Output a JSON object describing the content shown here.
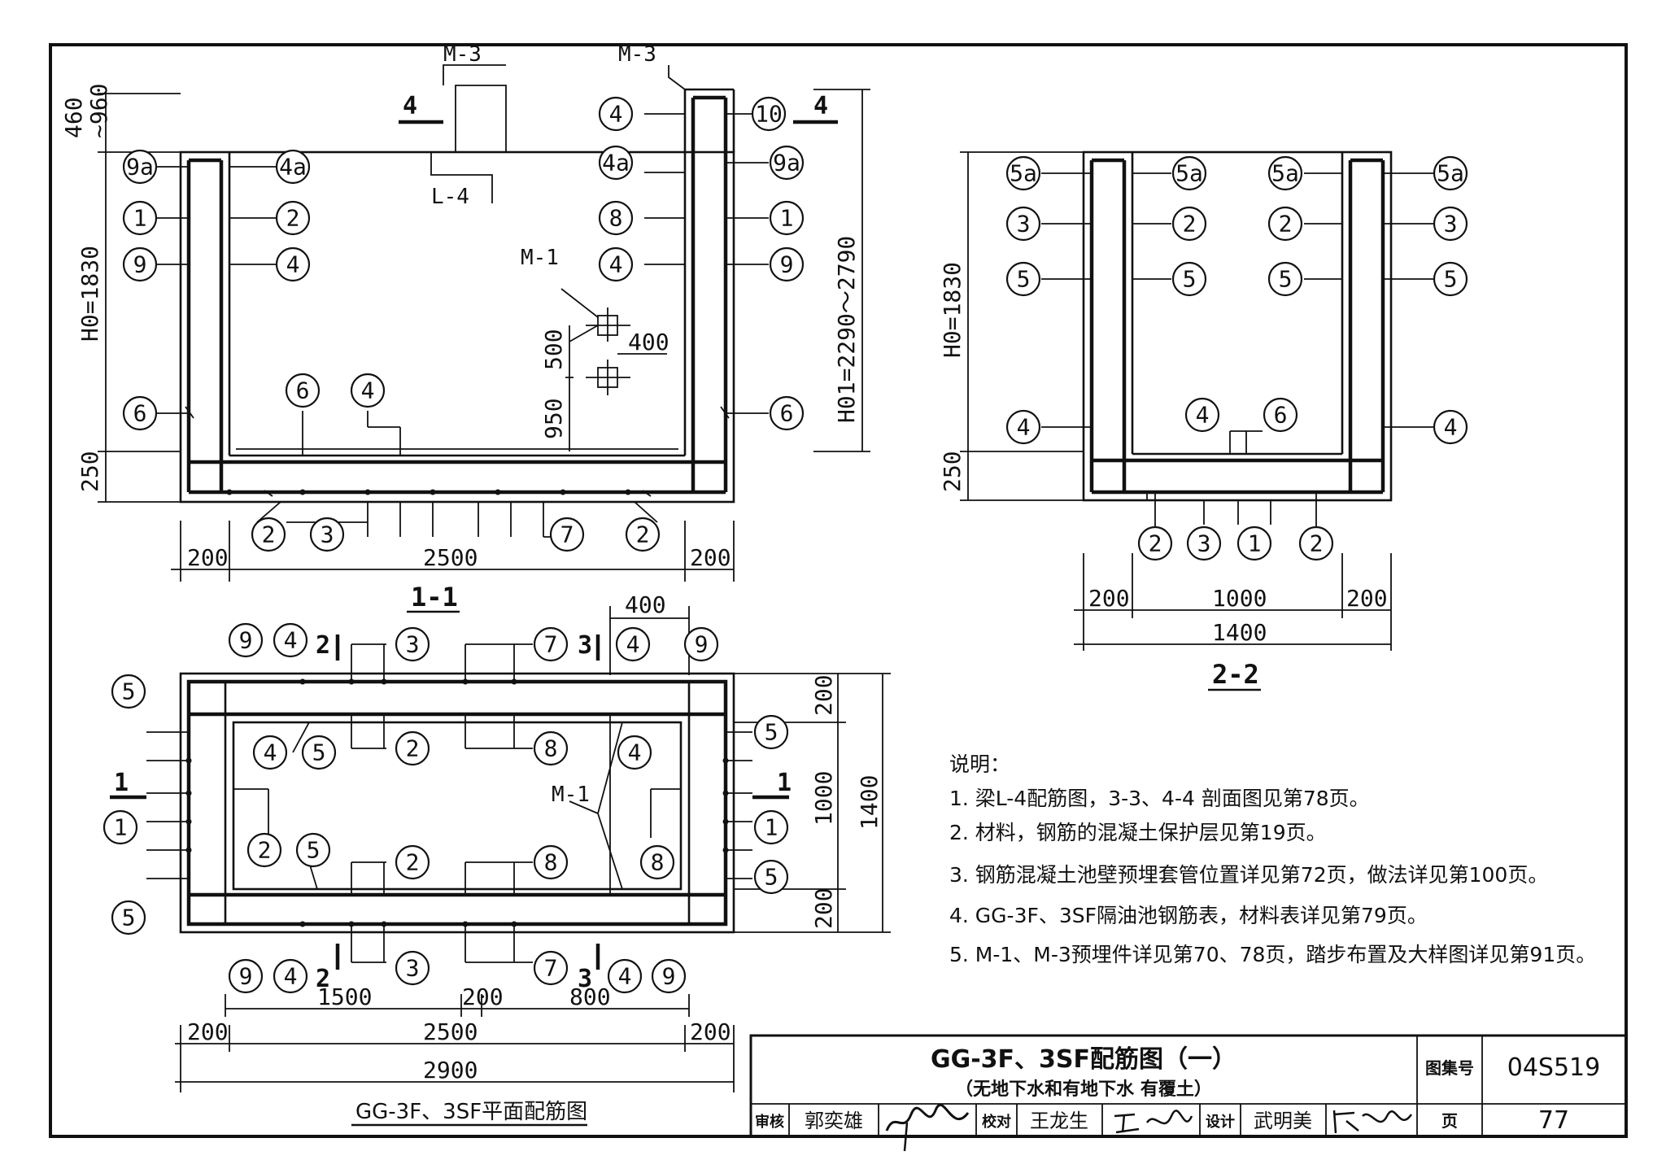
{
  "section_1_1": {
    "title": "1-1",
    "markers": {
      "m3_left": "M-3",
      "m3_right": "M-3",
      "sec4_left": "4",
      "sec4_right": "4",
      "beam": "L-4",
      "m1": "M-1"
    },
    "dims": {
      "top_range": "460\n~960",
      "h0": "H0=1830",
      "h01": "H01=2290～2790",
      "slab": "250",
      "d500": "500",
      "d400": "400",
      "d950": "950",
      "w_left": "200",
      "w_mid": "2500",
      "w_right": "200"
    },
    "bubbles_left": [
      "9a",
      "1",
      "9",
      "6"
    ],
    "bubbles_inner_left": [
      "4a",
      "2",
      "4"
    ],
    "bubbles_right_inner": [
      "4",
      "4a",
      "8",
      "4"
    ],
    "bubbles_right_outer": [
      "10",
      "9a",
      "1",
      "9",
      "6"
    ],
    "bubbles_floor": [
      "6",
      "4"
    ],
    "bubbles_bottom": [
      "2",
      "3",
      "7",
      "2"
    ]
  },
  "section_2_2": {
    "title": "2-2",
    "dims": {
      "h0": "H0=1830",
      "slab": "250",
      "w_left": "200",
      "w_mid": "1000",
      "w_right": "200",
      "w_total": "1400"
    },
    "bubbles_left_outer": [
      "5a",
      "3",
      "5",
      "4"
    ],
    "bubbles_left_inner": [
      "5a",
      "2",
      "5"
    ],
    "bubbles_right_inner": [
      "5a",
      "2",
      "5"
    ],
    "bubbles_right_outer": [
      "5a",
      "3",
      "5",
      "4"
    ],
    "bubbles_floor": [
      "4",
      "6"
    ],
    "bubbles_bottom": [
      "2",
      "3",
      "1",
      "2"
    ]
  },
  "plan": {
    "title": "GG-3F、3SF平面配筋图",
    "section_labels": {
      "s1": "1",
      "s2": "2",
      "s3": "3"
    },
    "m1": "M-1",
    "dims": {
      "d400": "400",
      "d200a": "200",
      "d1000": "1000",
      "d200b": "200",
      "d1400": "1400",
      "d1500": "1500",
      "d200c": "200",
      "d800": "800",
      "d200l": "200",
      "d2500": "2500",
      "d200r": "200",
      "d2900": "2900"
    },
    "bubbles_top": [
      "9",
      "4",
      "3",
      "7",
      "4",
      "9"
    ],
    "bubbles_left": [
      "5",
      "1",
      "5"
    ],
    "bubbles_right": [
      "5",
      "1",
      "5"
    ],
    "bubbles_inner": [
      "4",
      "5",
      "2",
      "8",
      "4",
      "2",
      "5",
      "2",
      "8",
      "8"
    ],
    "bubbles_bottom": [
      "9",
      "4",
      "3",
      "7",
      "4",
      "9"
    ]
  },
  "notes": {
    "title": "说明：",
    "items": [
      "1. 梁L-4配筋图，3-3、4-4 剖面图见第78页。",
      "2. 材料，钢筋的混凝土保护层见第19页。",
      "3. 钢筋混凝土池壁预埋套管位置详见第72页，做法详见第100页。",
      "4. GG-3F、3SF隔油池钢筋表，材料表详见第79页。",
      "5. M-1、M-3预埋件详见第70、78页，踏步布置及大样图详见第91页。"
    ]
  },
  "title_block": {
    "title": "GG-3F、3SF配筋图（一）",
    "subtitle": "（无地下水和有地下水  有覆土）",
    "atlas_label": "图集号",
    "atlas_no": "04S519",
    "page_label": "页",
    "page_no": "77",
    "review_label": "审核",
    "reviewer": "郭奕雄",
    "reviewer_sig": "郭奕雄",
    "check_label": "校对",
    "checker": "王龙生",
    "checker_sig": "王龙生",
    "design_label": "设计",
    "designer": "武明美",
    "designer_sig": "武明美"
  }
}
